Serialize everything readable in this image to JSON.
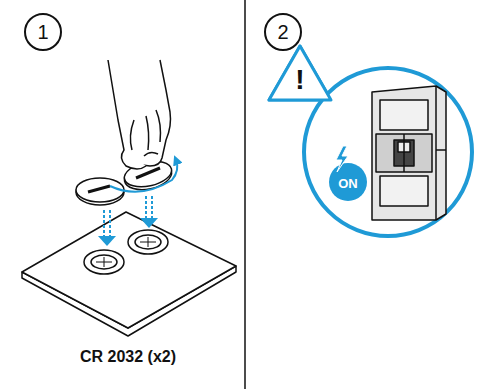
{
  "diagram": {
    "nodes": [
      {
        "text": [
          "1"
        ]
      },
      {
        "text": [
          "2"
        ]
      }
    ],
    "labels": [
      "CR 2032 (x2)",
      "!",
      "ON"
    ]
  }
}
